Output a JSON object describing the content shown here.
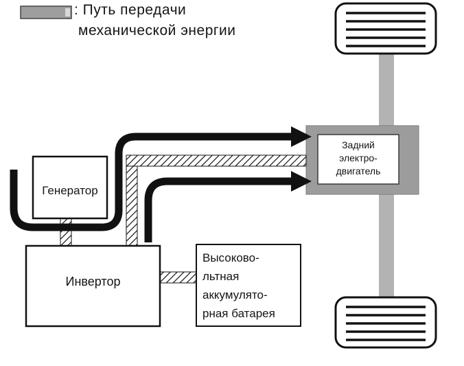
{
  "legend": {
    "line1": ": Путь передачи",
    "line2": "механической энергии"
  },
  "generator": {
    "label": "Генератор"
  },
  "inverter": {
    "label": "Инвертор"
  },
  "battery": {
    "lines": [
      "Высоково-",
      "льтная",
      "аккумулято-",
      "рная батарея"
    ]
  },
  "motor": {
    "lines": [
      "Задний",
      "электро-",
      "двигатель"
    ]
  },
  "colors": {
    "axle": "#b3b3b3",
    "motor_box": "#9c9c9c",
    "swatch": "#9e9e9e",
    "path": "#111111"
  }
}
